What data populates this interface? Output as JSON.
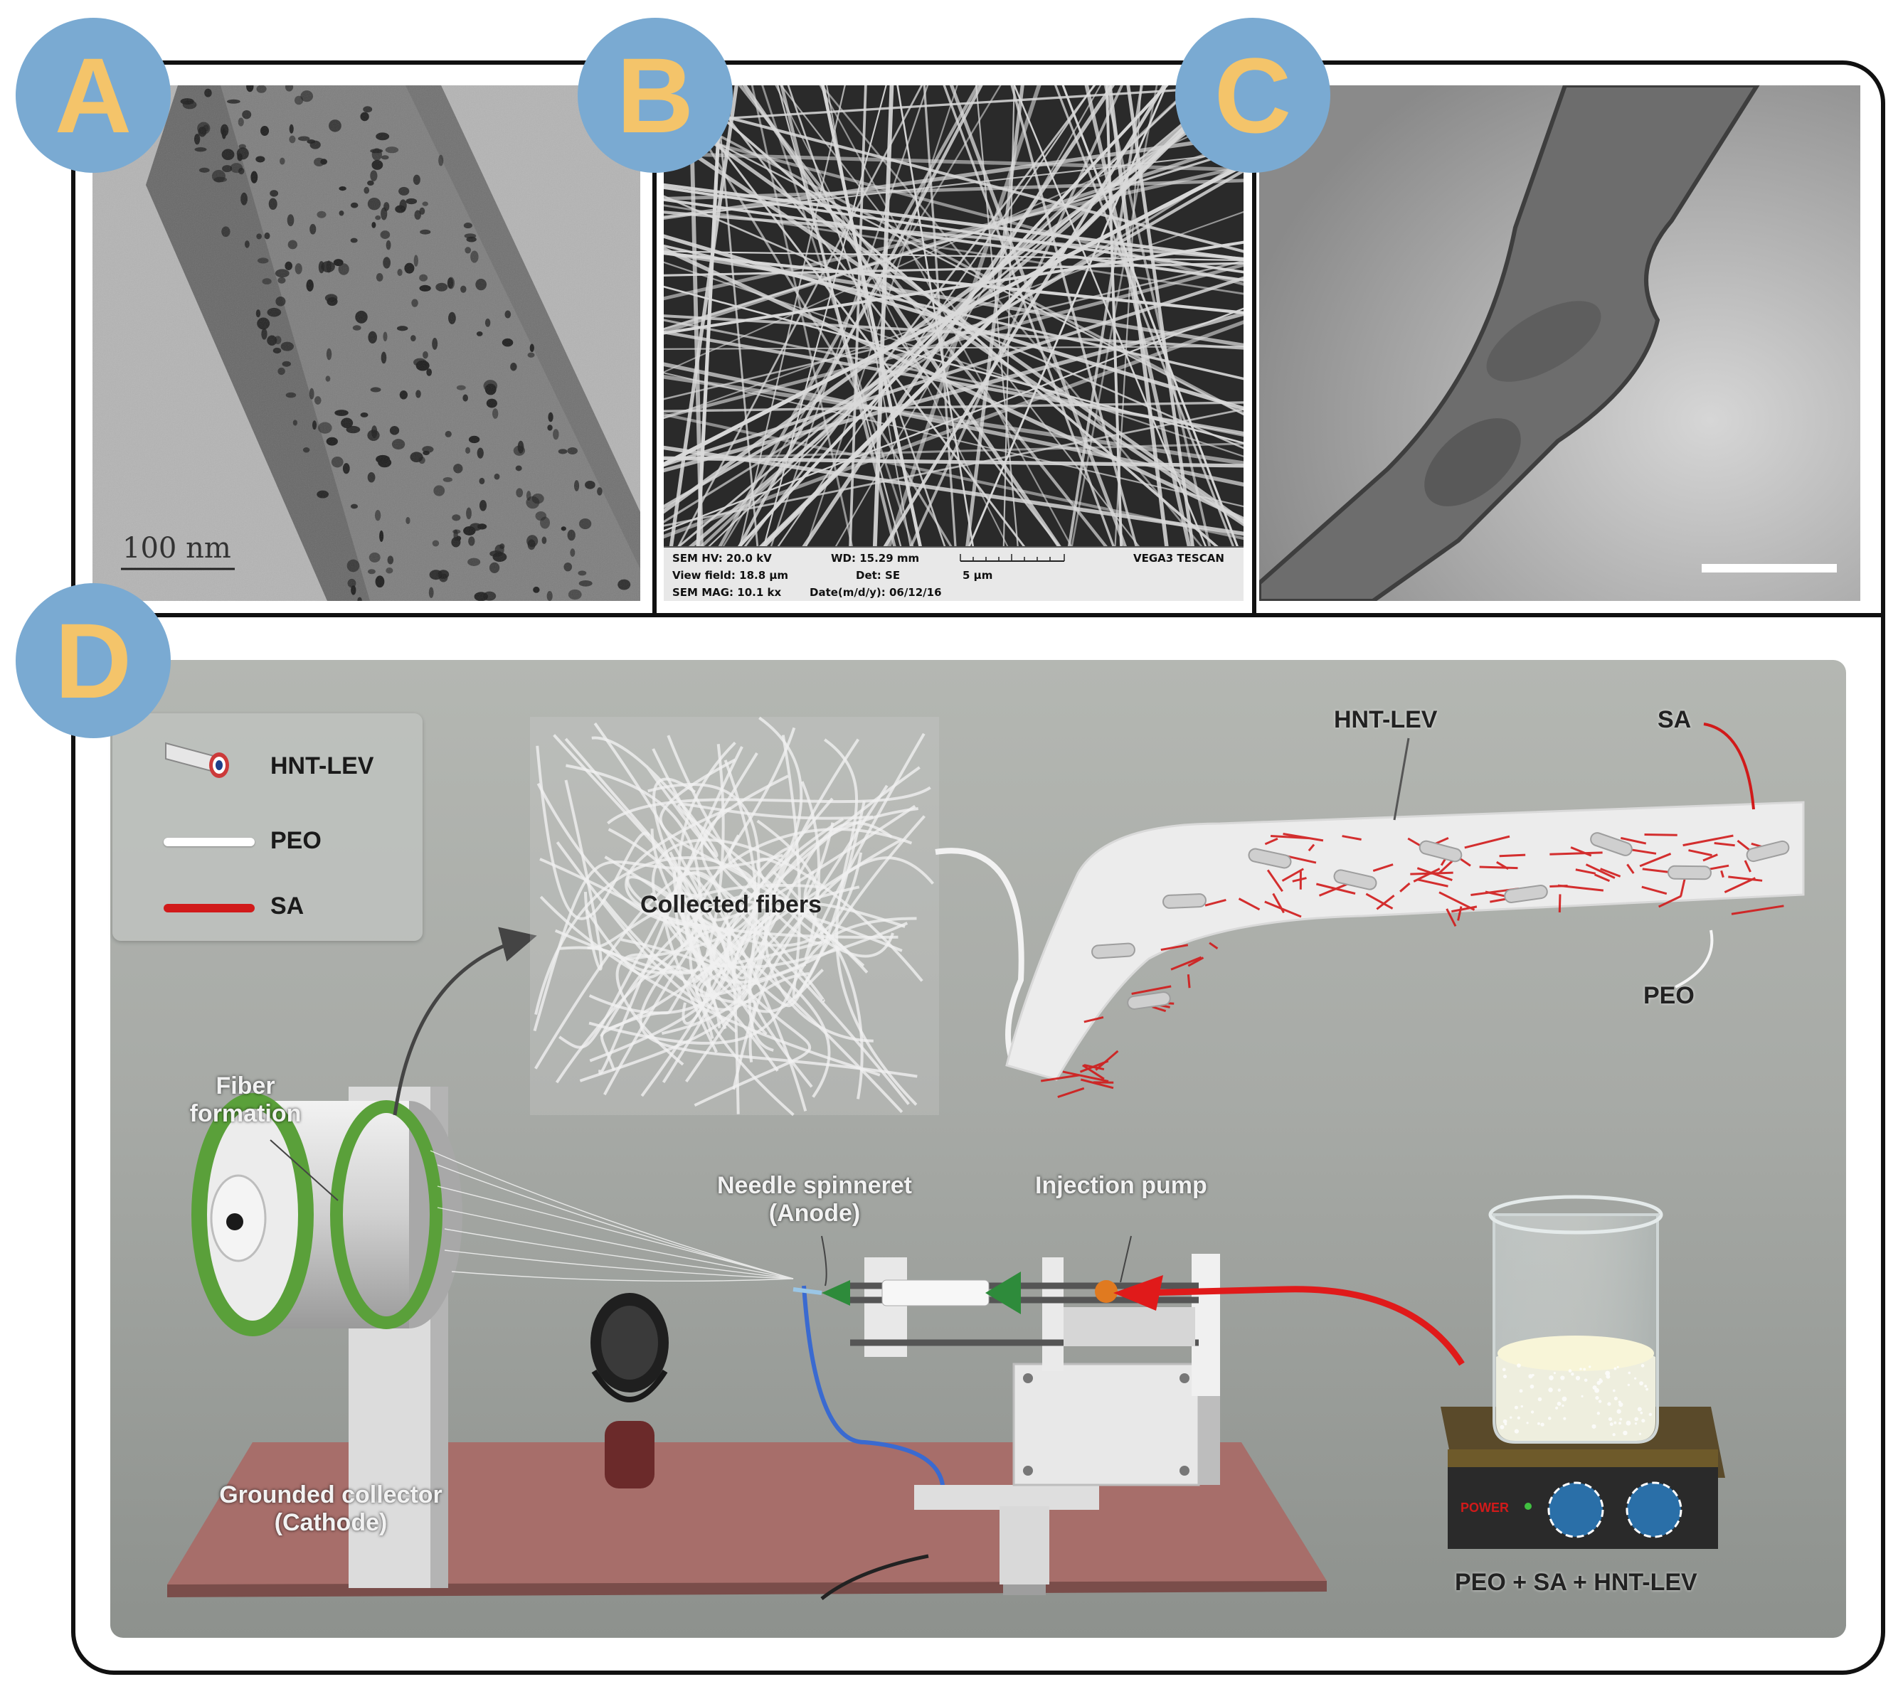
{
  "panels": {
    "a": {
      "badge": "A",
      "scale_label": "100 nm"
    },
    "b": {
      "badge": "B",
      "sem": {
        "hv": "SEM HV: 20.0 kV",
        "wd": "WD: 15.29 mm",
        "view_field": "View field: 18.8 μm",
        "det": "Det: SE",
        "mag": "SEM MAG: 10.1 kx",
        "date": "Date(m/d/y): 06/12/16",
        "scale": "5 μm",
        "instrument": "VEGA3 TESCAN"
      }
    },
    "c": {
      "badge": "C"
    },
    "d": {
      "badge": "D"
    }
  },
  "legend": {
    "items": [
      {
        "label": "HNT-LEV",
        "color": "#1e3f8a"
      },
      {
        "label": "PEO",
        "color": "#ffffff"
      },
      {
        "label": "SA",
        "color": "#d11a1a"
      }
    ]
  },
  "labels": {
    "collected_fibers": "Collected fibers",
    "hnt_lev": "HNT-LEV",
    "sa": "SA",
    "peo": "PEO",
    "fiber_formation_1": "Fiber",
    "fiber_formation_2": "formation",
    "needle_1": "Needle spinneret",
    "needle_2": "(Anode)",
    "injection_pump": "Injection pump",
    "collector_1": "Grounded collector",
    "collector_2": "(Cathode)",
    "solution": "PEO + SA + HNT-LEV",
    "power": "POWER"
  },
  "colors": {
    "badge_bg": "#7aaad2",
    "badge_text": "#f4c46a",
    "sa_red": "#d11a1a",
    "collector_green": "#5aa03a"
  }
}
